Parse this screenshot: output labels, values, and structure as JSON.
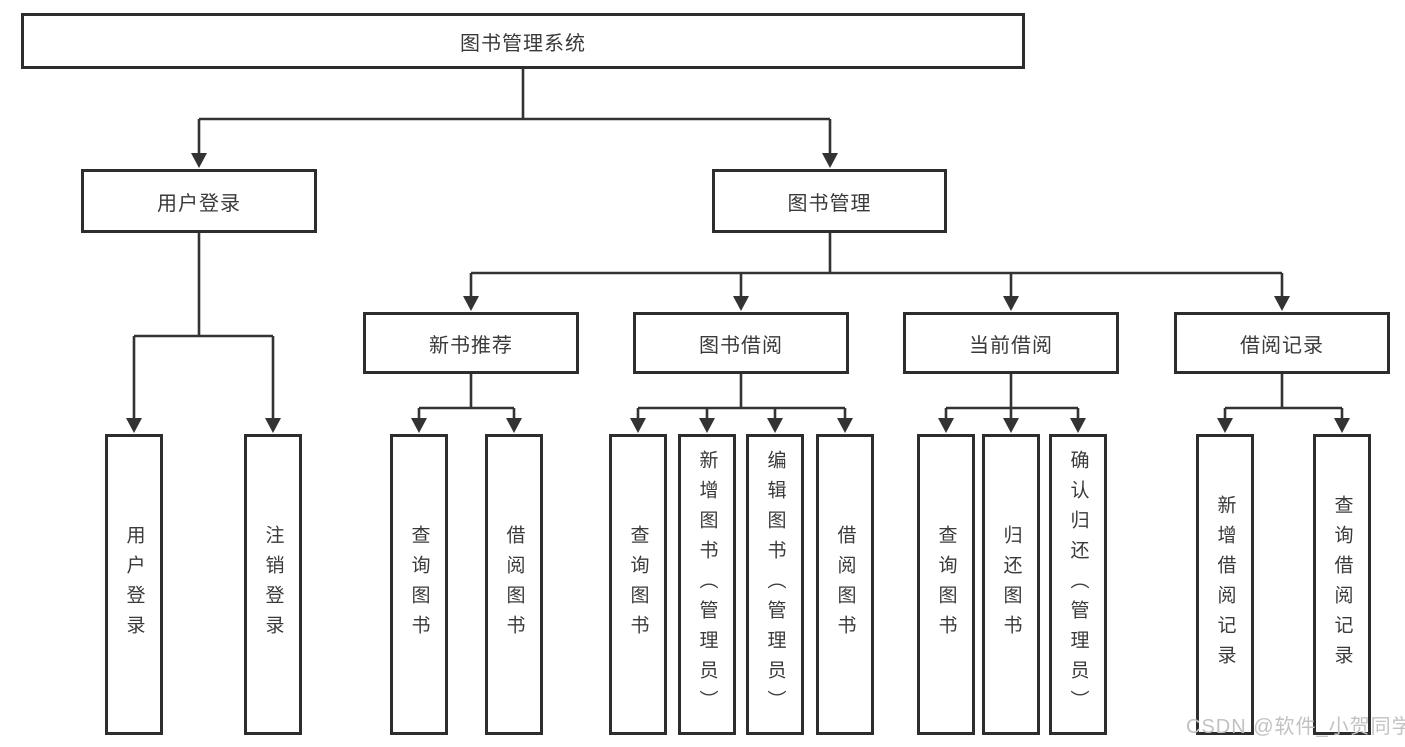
{
  "colors": {
    "line": "#333333",
    "border": "#2d2d2d",
    "text": "#3a3a3a",
    "watermark": "#c2c2c2",
    "background": "#ffffff"
  },
  "nodes": {
    "root": "图书管理系统",
    "user_login": "用户登录",
    "book_management": "图书管理",
    "new_book_recommend": "新书推荐",
    "book_borrow": "图书借阅",
    "current_borrow": "当前借阅",
    "borrow_records": "借阅记录",
    "leaf_user_login": "用户登录",
    "leaf_logout": "注销登录",
    "nb_query_books": "查询图书",
    "nb_borrow_books": "借阅图书",
    "bb_query_books": "查询图书",
    "bb_add_books": "新增图书（管理员）",
    "bb_edit_books": "编辑图书（管理员）",
    "bb_borrow_books": "借阅图书",
    "cb_query_books": "查询图书",
    "cb_return_books": "归还图书",
    "cb_confirm_return": "确认归还（管理员）",
    "br_add_record": "新增借阅记录",
    "br_query_record": "查询借阅记录"
  },
  "watermark": {
    "text": "CSDN @软件_小贺同学"
  }
}
